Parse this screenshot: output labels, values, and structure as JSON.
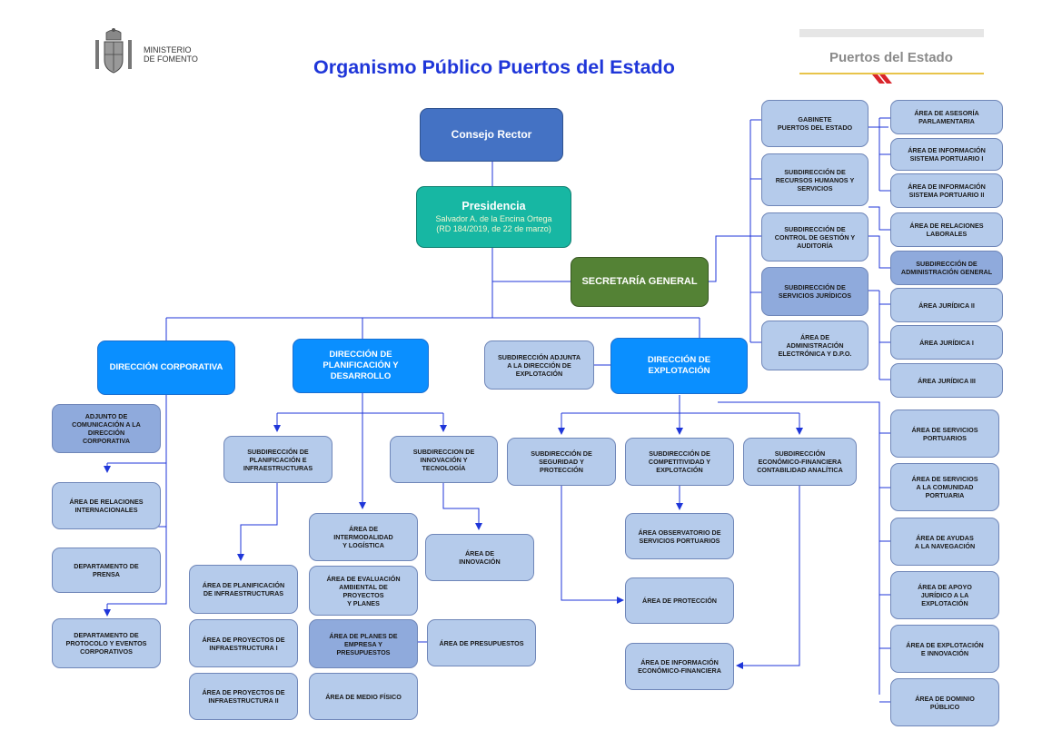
{
  "header": {
    "title": "Organismo Público Puertos del Estado",
    "ministry_line1": "MINISTERIO",
    "ministry_line2": "DE FOMENTO",
    "brand": "Puertos del Estado"
  },
  "colors": {
    "title": "#1f36d9",
    "direction_blue": "#0a8fff",
    "presidencia_teal": "#17b7a3",
    "secretaria_green": "#548235",
    "consejo_blue": "#4472c4",
    "area_light": "#b5cbeb",
    "sub_mid": "#8faadc",
    "connector": "#1f36d9"
  },
  "top": {
    "consejo_rector": "Consejo Rector",
    "presidencia": {
      "title": "Presidencia",
      "name": "Salvador A. de la Encina Ortega",
      "decree": "(RD 184/2019, de 22 de marzo)"
    },
    "secretaria_general": "SECRETARÍA GENERAL"
  },
  "secretaria_units": [
    "GABINETE\nPUERTOS DEL ESTADO",
    "SUBDIRECCIÓN DE\nRECURSOS HUMANOS Y\nSERVICIOS",
    "SUBDIRECCIÓN DE\nCONTROL DE GESTIÓN Y\nAUDITORÍA",
    "SUBDIRECCIÓN DE\nSERVICIOS JURÍDICOS",
    "ÁREA DE\nADMINISTRACIÓN\nELECTRÓNICA Y D.P.O."
  ],
  "secretaria_right": [
    "ÁREA DE ASESORÍA\nPARLAMENTARIA",
    "ÁREA DE INFORMACIÓN\nSISTEMA PORTUARIO I",
    "ÁREA DE INFORMACIÓN\nSISTEMA PORTUARIO II",
    "ÁREA  DE RELACIONES\nLABORALES",
    "SUBDIRECCIÓN DE\nADMINISTRACIÓN GENERAL",
    "ÁREA JURÍDICA II",
    "ÁREA  JURÍDICA I",
    "ÁREA  JURÍDICA III"
  ],
  "directions": {
    "corporativa": "DIRECCIÓN CORPORATIVA",
    "planificacion": "DIRECCIÓN DE\nPLANIFICACIÓN Y\nDESARROLLO",
    "explotacion": "DIRECCIÓN DE\nEXPLOTACIÓN",
    "sub_adjunta": "SUBDIRECCIÓN ADJUNTA\nA LA DIRECCIÓN DE\nEXPLOTACIÓN"
  },
  "corporativa_units": [
    "ADJUNTO DE\nCOMUNICACIÓN A LA\nDIRECCIÓN\nCORPORATIVA",
    "ÁREA DE RELACIONES\nINTERNACIONALES",
    "DEPARTAMENTO DE\nPRENSA",
    "DEPARTAMENTO DE\nPROTOCOLO Y EVENTOS\nCORPORATIVOS"
  ],
  "planificacion_units": {
    "sub_planificacion": "SUBDIRECCIÓN DE\nPLANIFICACIÓN E\nINFRAESTRUCTURAS",
    "sub_innovacion": "SUBDIRECCION DE\nINNOVACIÓN Y\nTECNOLOGÍA",
    "area_planificacion": "ÁREA DE PLANIFICACIÓN\nDE INFRAESTRUCTURAS",
    "area_proyectos_1": "ÁREA DE PROYECTOS DE\nINFRAESTRUCTURA I",
    "area_proyectos_2": "ÁREA DE PROYECTOS DE\nINFRAESTRUCTURA II",
    "area_intermodalidad": "ÁREA DE\nINTERMODALIDAD\nY LOGÍSTICA",
    "area_evaluacion": "ÁREA DE  EVALUACIÓN\nAMBIENTAL DE\nPROYECTOS\nY PLANES",
    "area_planes_empresa": "ÁREA DE PLANES DE\nEMPRESA Y\nPRESUPUESTOS",
    "area_medio_fisico": "ÁREA  DE MEDIO FÍSICO",
    "area_innovacion": "ÁREA DE\nINNOVACIÓN",
    "area_presupuestos": "ÁREA DE PRESUPUESTOS"
  },
  "explotacion_units": {
    "sub_seguridad": "SUBDIRECCIÓN DE\nSEGURIDAD Y\nPROTECCIÓN",
    "sub_competitividad": "SUBDIRECCIÓN DE\nCOMPETITIVIDAD Y\nEXPLOTACIÓN",
    "sub_economico": "SUBDIRECCIÓN\nECONÓMICO-FINANCIERA\nCONTABILIDAD ANALÍTICA",
    "area_observatorio": "ÁREA OBSERVATORIO DE\nSERVICIOS PORTUARIOS",
    "area_proteccion": "ÁREA DE PROTECCIÓN",
    "area_informacion_ef": "ÁREA DE INFORMACIÓN\nECONÓMICO-FINANCIERA"
  },
  "explotacion_right": [
    "ÁREA DE SERVICIOS\nPORTUARIOS",
    "ÁREA DE SERVICIOS\nA LA COMUNIDAD\nPORTUARIA",
    "ÁREA DE AYUDAS\nA LA NAVEGACIÓN",
    "ÁREA DE APOYO\nJURÍDICO  A LA\nEXPLOTACIÓN",
    "ÁREA DE EXPLOTACIÓN\nE INNOVACIÓN",
    "ÁREA DE DOMINIO\nPÚBLICO"
  ]
}
